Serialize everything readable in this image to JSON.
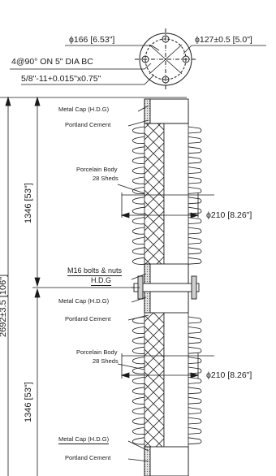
{
  "top_view": {
    "outer_dia": "ϕ166 [6.53\"]",
    "bolt_dia": "ϕ127±0.5 [5.0\"]",
    "bolt_circle": "4@90° ON 5\" DIA BC",
    "thread_spec": "5/8\"-11+0.015\"x0.75\""
  },
  "dimensions": {
    "overall_height": "2692±3.5 [106\"]",
    "upper_section": "1346 [53\"]",
    "lower_section": "1346 [53\"]",
    "shed_dia_upper": "ϕ210 [8.26\"]",
    "shed_dia_lower": "ϕ210 [8.26\"]"
  },
  "labels": {
    "metal_cap_top": "Metal Cap (H.D.G)",
    "cement_top": "Portland Cement",
    "porcelain_upper": "Porcelain Body",
    "sheds_upper": "28 Sheds",
    "bolts": "M16 bolts & nuts",
    "bolts_finish": "H.D.G",
    "metal_cap_mid": "Metal Cap (H.D.G)",
    "cement_mid": "Portland Cement",
    "porcelain_lower": "Porcelain Body",
    "sheds_lower": "28 Sheds",
    "metal_cap_bottom": "Metal Cap (H.D.G)",
    "cement_bottom": "Portland Cement"
  },
  "colors": {
    "line": "#1a1a1a",
    "hatch": "#2a2a2a",
    "cap_fill": "#d9d9d9"
  }
}
